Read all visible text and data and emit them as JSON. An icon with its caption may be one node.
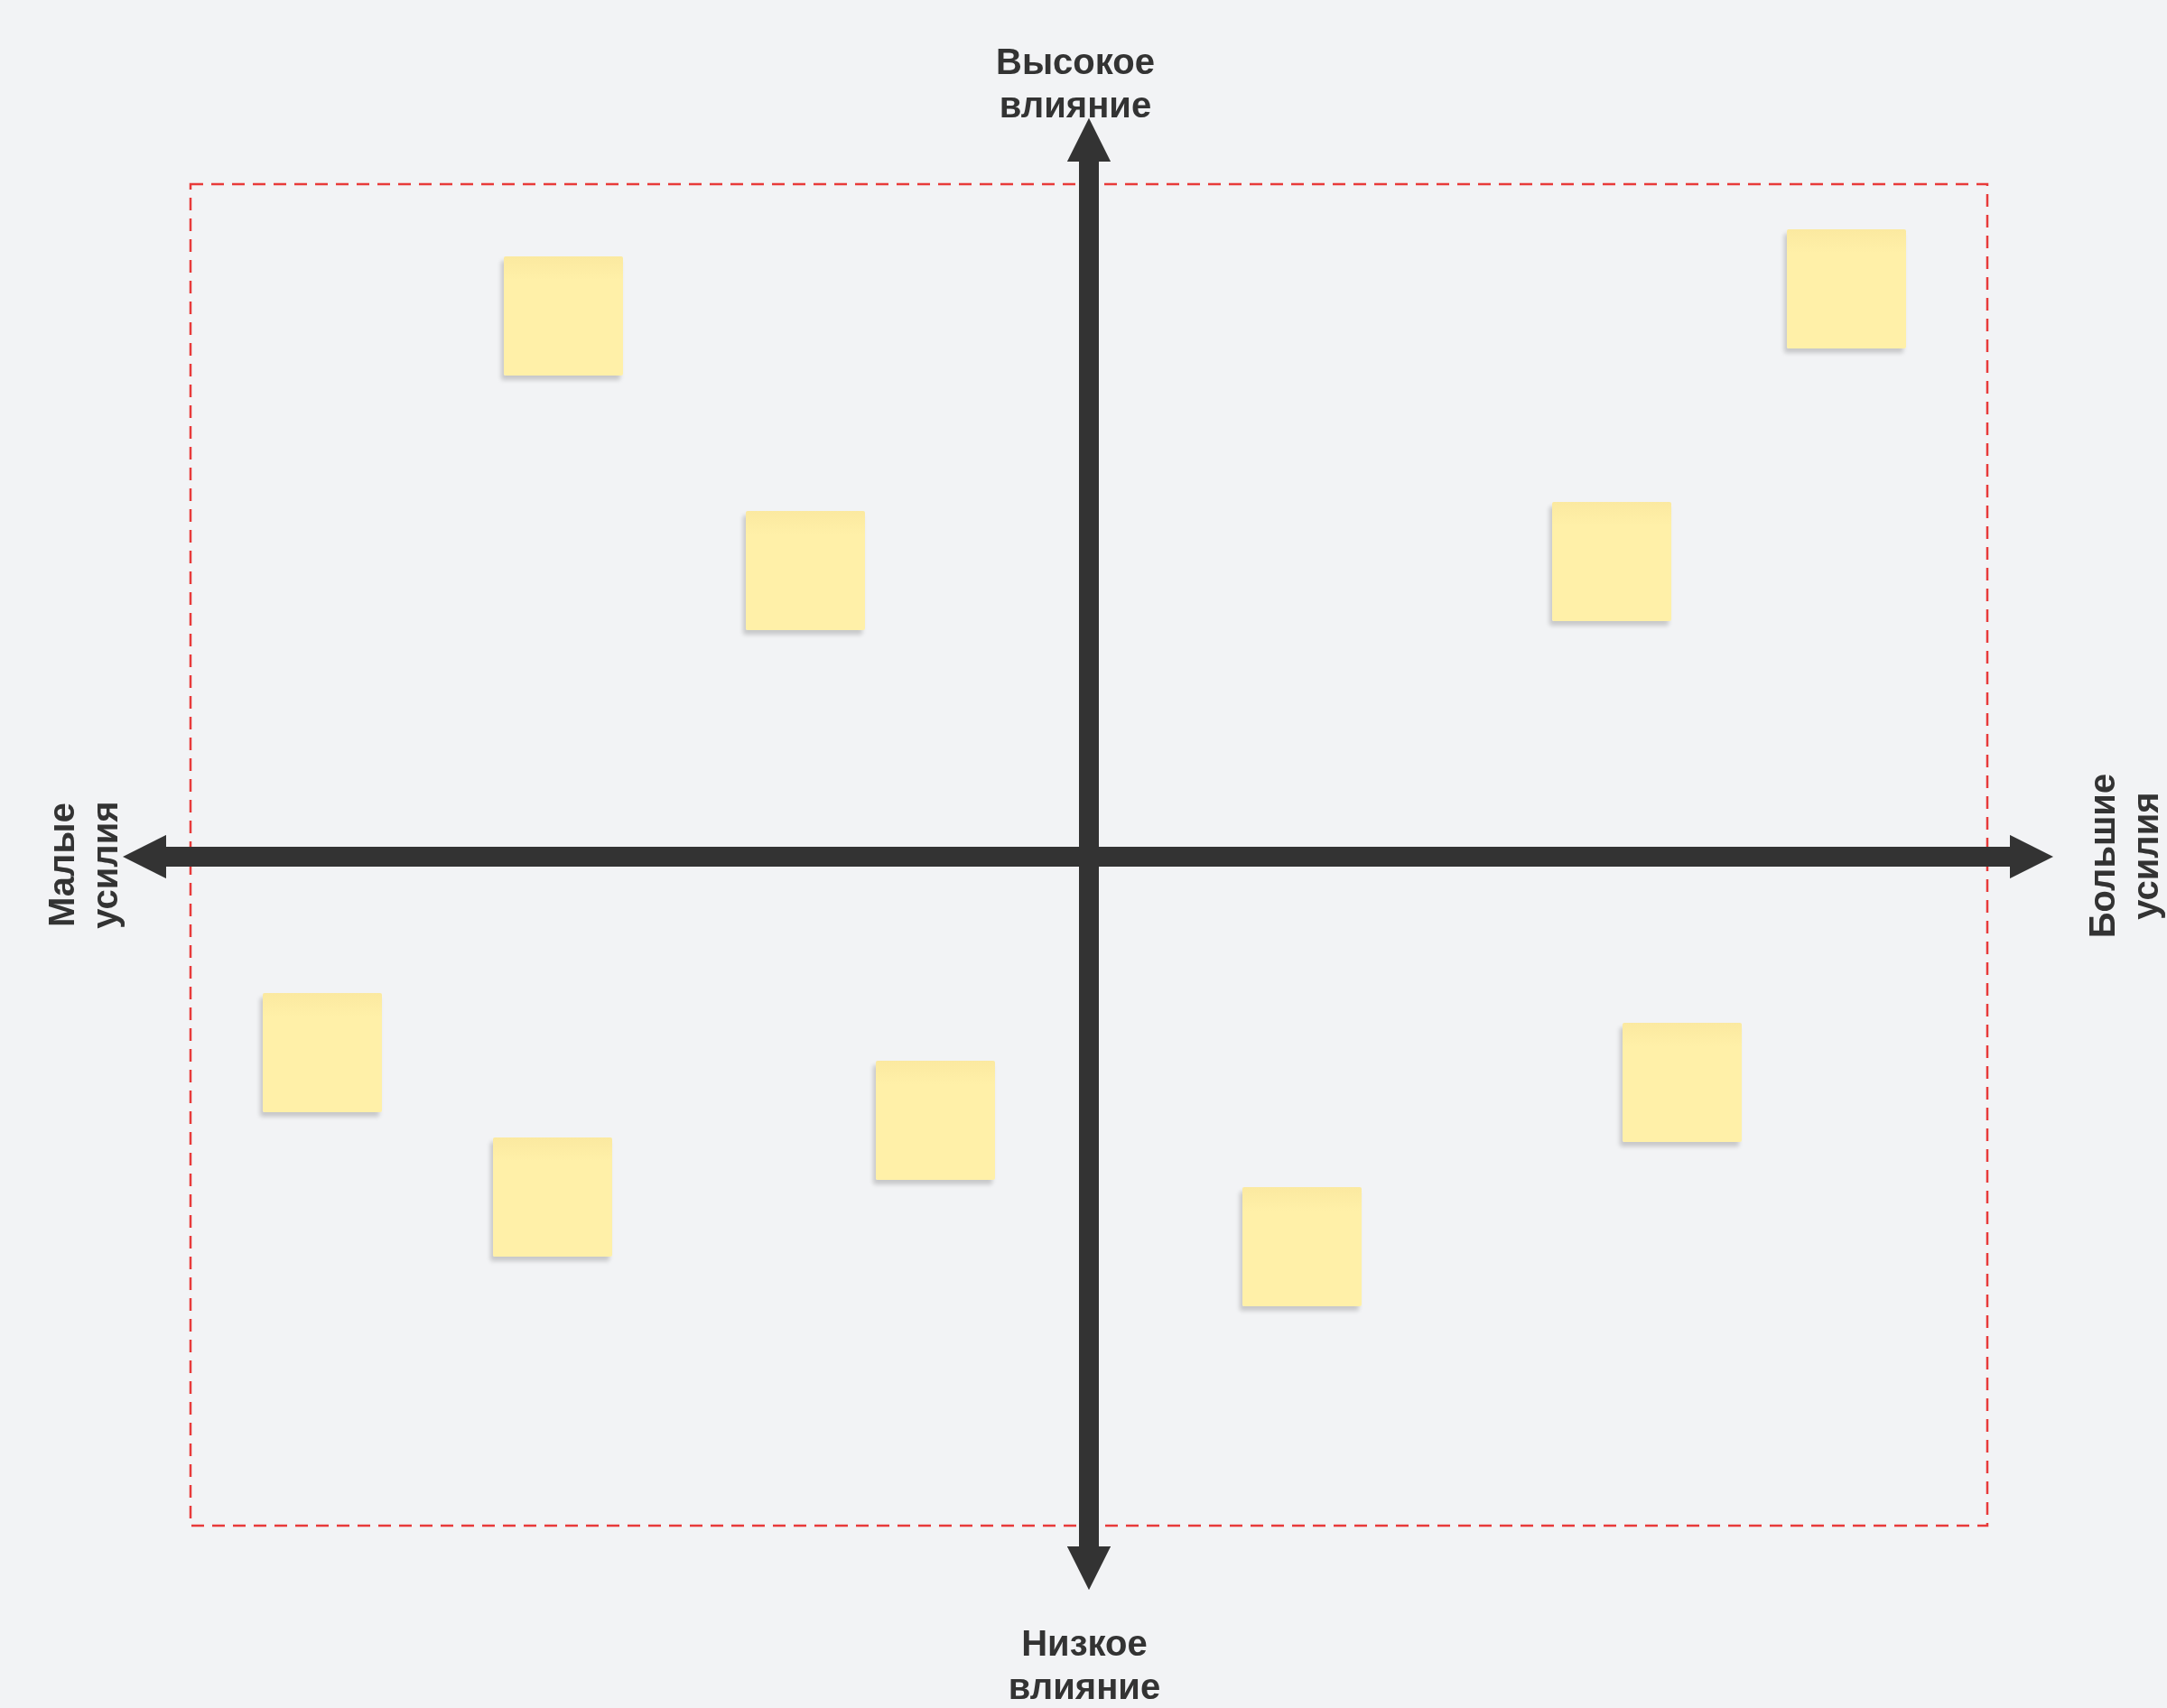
{
  "diagram": {
    "nodes": [
      {
        "text": [],
        "shape": "box"
      },
      {
        "text": [],
        "shape": "box"
      },
      {
        "text": [],
        "shape": "box"
      },
      {
        "text": [],
        "shape": "box"
      },
      {
        "text": [],
        "shape": "box"
      },
      {
        "text": [],
        "shape": "box"
      },
      {
        "text": [],
        "shape": "box"
      },
      {
        "text": [],
        "shape": "box"
      },
      {
        "text": [],
        "shape": "box"
      }
    ],
    "labels": [
      "Высокое влияние",
      "Малые усилия",
      "Большие усилия",
      "Низкое влияние"
    ]
  }
}
